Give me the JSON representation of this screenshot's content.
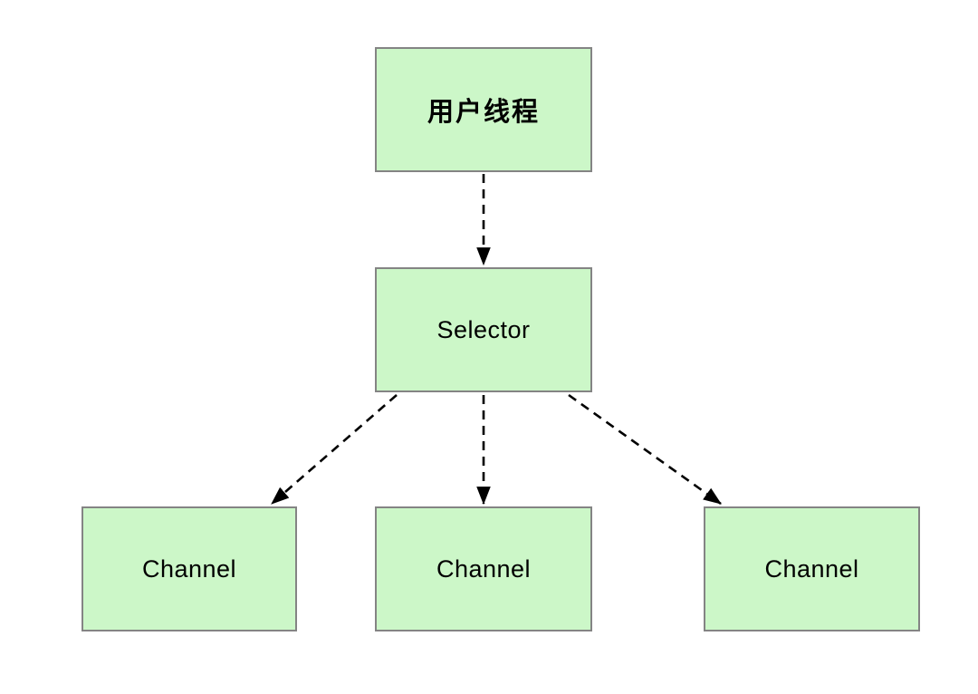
{
  "diagram": {
    "type": "flow-diagram",
    "nodes": [
      {
        "id": "user-thread",
        "label": "用户线程"
      },
      {
        "id": "selector",
        "label": "Selector"
      },
      {
        "id": "channel-1",
        "label": "Channel"
      },
      {
        "id": "channel-2",
        "label": "Channel"
      },
      {
        "id": "channel-3",
        "label": "Channel"
      }
    ],
    "edges": [
      {
        "from": "user-thread",
        "to": "selector",
        "style": "dashed",
        "arrowhead": "solid-triangle"
      },
      {
        "from": "selector",
        "to": "channel-1",
        "style": "dashed",
        "arrowhead": "solid-triangle"
      },
      {
        "from": "selector",
        "to": "channel-2",
        "style": "dashed",
        "arrowhead": "solid-triangle"
      },
      {
        "from": "selector",
        "to": "channel-3",
        "style": "dashed",
        "arrowhead": "solid-triangle"
      }
    ],
    "colors": {
      "node_fill": "#ccf7c8",
      "node_border": "#848484",
      "edge": "#000000",
      "text": "#000000",
      "background": "#ffffff"
    }
  }
}
